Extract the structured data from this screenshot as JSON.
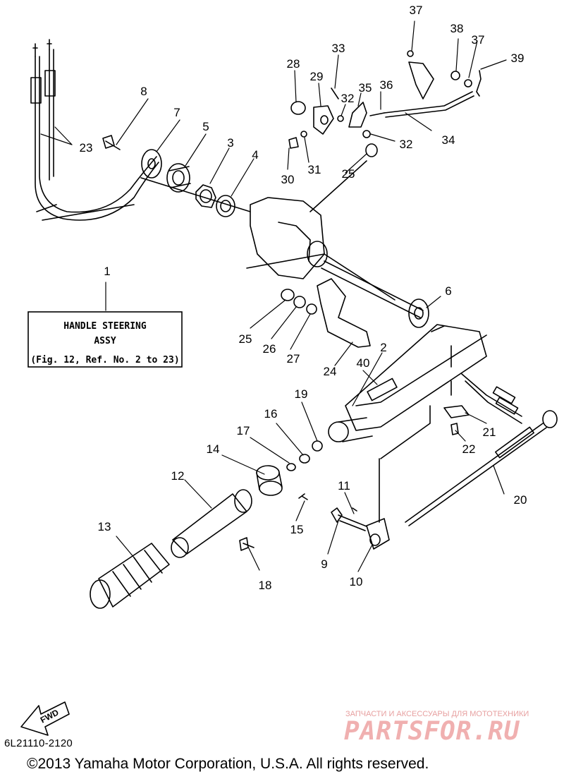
{
  "diagram": {
    "box": {
      "line1": "HANDLE STEERING",
      "line2": "ASSY",
      "line3": "(Fig. 12, Ref. No. 2 to 23)"
    },
    "fwd_label": "FWD",
    "drawing_code": "6L21110-2120",
    "copyright": "©2013 Yamaha Motor Corporation, U.S.A. All rights reserved.",
    "watermark": {
      "subtitle": "ЗАПЧАСТИ И АКСЕССУАРЫ ДЛЯ МОТОТЕХНИКИ",
      "logo": "PARTSFOR.RU"
    },
    "callouts": [
      "1",
      "2",
      "3",
      "4",
      "5",
      "6",
      "7",
      "8",
      "9",
      "10",
      "11",
      "12",
      "13",
      "14",
      "15",
      "16",
      "17",
      "18",
      "19",
      "20",
      "21",
      "22",
      "23",
      "24",
      "25",
      "26",
      "27",
      "28",
      "29",
      "30",
      "31",
      "32",
      "33",
      "34",
      "35",
      "36",
      "37",
      "38",
      "39",
      "40"
    ]
  }
}
